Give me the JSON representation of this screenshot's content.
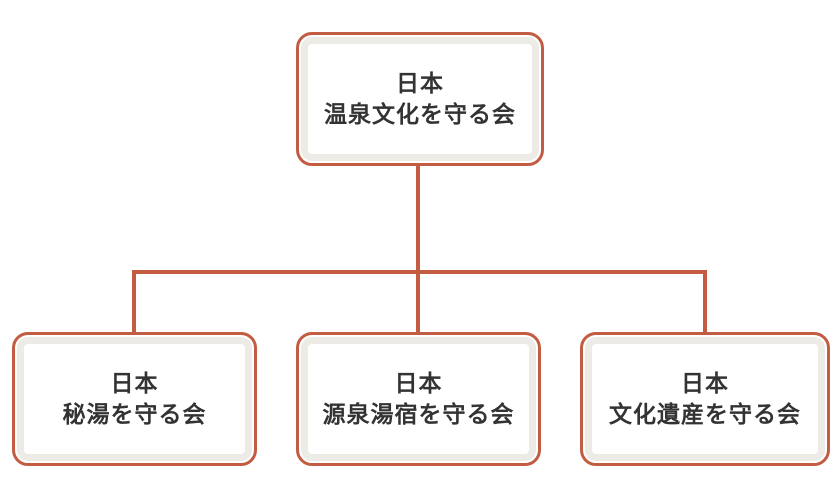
{
  "diagram": {
    "type": "org-chart",
    "root": {
      "line1": "日本",
      "line2": "温泉文化を守る会"
    },
    "children": [
      {
        "line1": "日本",
        "line2": "秘湯を守る会"
      },
      {
        "line1": "日本",
        "line2": "源泉湯宿を守る会"
      },
      {
        "line1": "日本",
        "line2": "文化遺産を守る会"
      }
    ],
    "colors": {
      "connector_and_border": "#c25c42",
      "inner_band": "#edebe6",
      "text": "#333333",
      "background": "#ffffff"
    }
  }
}
